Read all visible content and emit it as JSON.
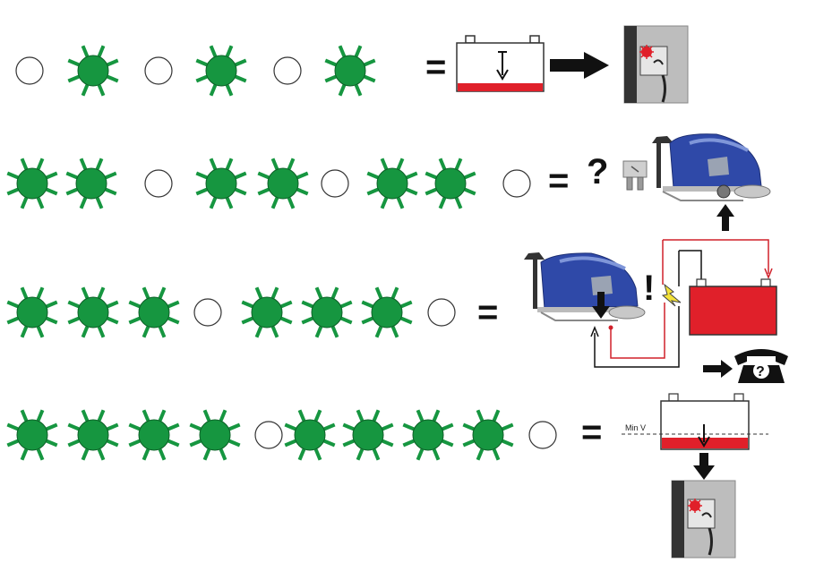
{
  "diagram": {
    "colors": {
      "led_on": "#169640",
      "led_ray": "#169640",
      "led_off_stroke": "#333333",
      "battery_fill": "#e0202a",
      "machine_blue": "#2f49a8",
      "wire_red": "#d0202a",
      "arrow": "#111111"
    },
    "rows": [
      {
        "pattern": [
          "off",
          "on",
          "off",
          "on",
          "off",
          "on"
        ],
        "result": "low-battery-to-charger-error"
      },
      {
        "pattern": [
          "on",
          "on",
          "off",
          "on",
          "on",
          "off",
          "on",
          "on",
          "off"
        ],
        "result": "fuse-check-machine"
      },
      {
        "pattern": [
          "on",
          "on",
          "on",
          "off",
          "on",
          "on",
          "on",
          "off"
        ],
        "result": "battery-connection-problem-call-service"
      },
      {
        "pattern": [
          "on",
          "on",
          "on",
          "on",
          "off",
          "on",
          "on",
          "on",
          "on",
          "off"
        ],
        "result": "battery-below-min-voltage-charger-error"
      }
    ],
    "equals_symbol": "=",
    "question_mark": "?",
    "exclamation_mark": "!",
    "phone_question_mark": "?",
    "min_v_label": "Min V"
  }
}
